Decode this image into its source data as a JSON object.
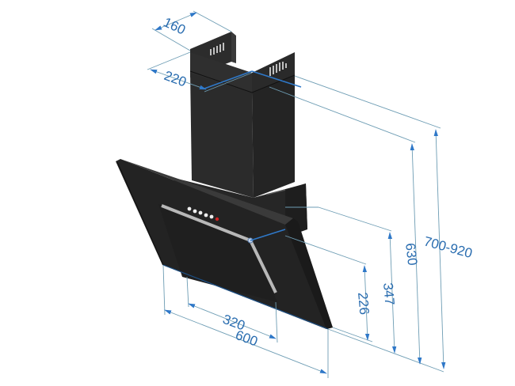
{
  "diagram": {
    "subject": "Angled glass chimney range hood",
    "colors": {
      "body": "#2a2a2a",
      "body_dark": "#1a1a1a",
      "body_light": "#3a3a3a",
      "dimension_text": "#2a6db0",
      "dimension_line": "#6e9db4",
      "highlight_line": "#2f78c8",
      "trim": "#b8b8b8",
      "indicator_led": "#cc2222"
    },
    "dimensions": {
      "chimney_depth": "160",
      "chimney_width": "220",
      "hood_width": "600",
      "panel_width": "320",
      "front_height": "226",
      "hood_height": "347",
      "min_total_height": "630",
      "total_height_range": "700-920"
    },
    "control_panel": {
      "buttons": 5,
      "indicator": "red LED"
    }
  }
}
